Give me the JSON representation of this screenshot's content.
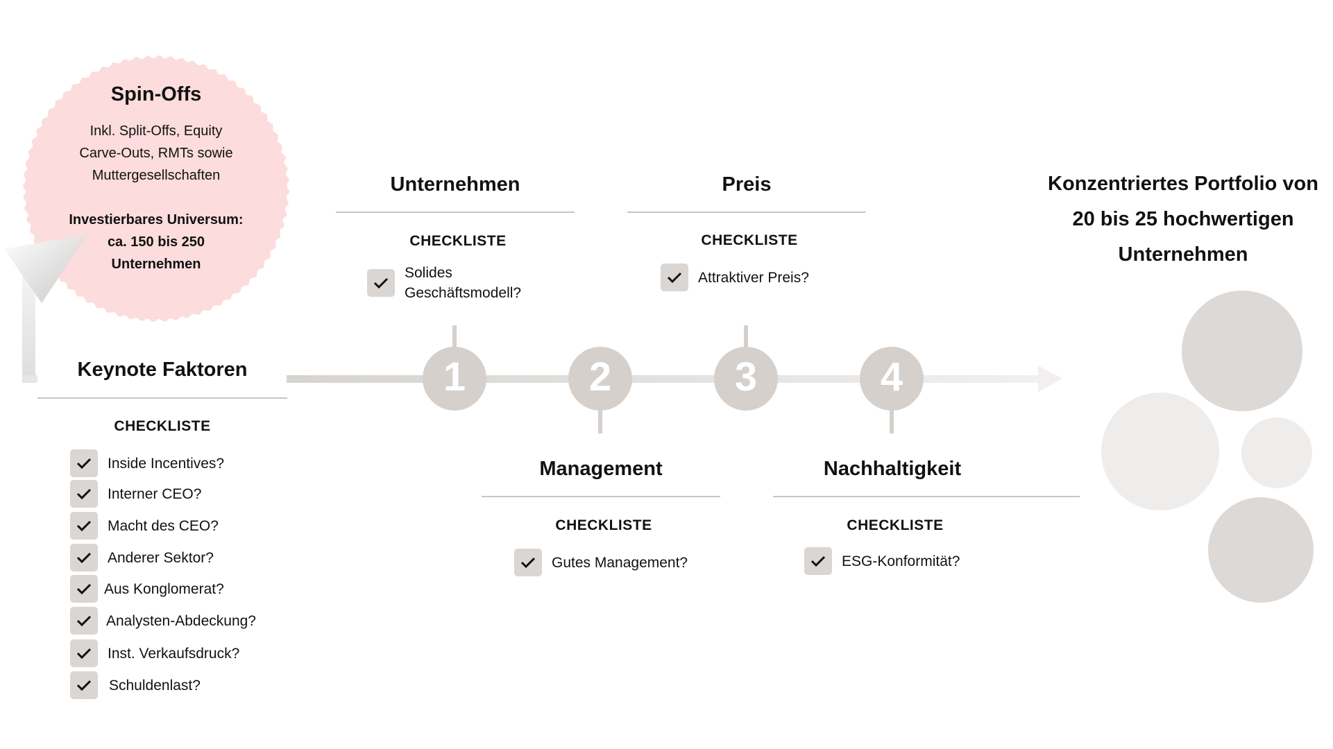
{
  "spinoffs": {
    "title": "Spin-Offs",
    "subtitle_lines": [
      "Inkl. Split-Offs, Equity",
      "Carve-Outs, RMTs sowie",
      "Muttergesellschaften"
    ],
    "universe_lines": [
      "Investierbares Universum:",
      "ca. 150 bis 250",
      "Unternehmen"
    ]
  },
  "keynote": {
    "title": "Keynote Faktoren",
    "checklist_label": "CHECKLISTE",
    "items": [
      "Inside Incentives?",
      "Interner CEO?",
      "Macht des CEO?",
      "Anderer Sektor?",
      "Aus Konglomerat?",
      "Analysten-Abdeckung?",
      "Inst. Verkaufsdruck?",
      "Schuldenlast?"
    ]
  },
  "steps": [
    {
      "number": "1",
      "title": "Unternehmen",
      "checklist_label": "CHECKLISTE",
      "items": [
        "Solides Geschäftsmodell?"
      ]
    },
    {
      "number": "2",
      "title": "Management",
      "checklist_label": "CHECKLISTE",
      "items": [
        "Gutes Management?"
      ]
    },
    {
      "number": "3",
      "title": "Preis",
      "checklist_label": "CHECKLISTE",
      "items": [
        "Attraktiver Preis?"
      ]
    },
    {
      "number": "4",
      "title": "Nachhaltigkeit",
      "checklist_label": "CHECKLISTE",
      "items": [
        "ESG-Konformität?"
      ]
    }
  ],
  "outcome": {
    "lines": [
      "Konzentriertes Portfolio von",
      "20 bis 25 hochwertigen",
      "Unternehmen"
    ]
  },
  "colors": {
    "spinoff_circle": "#fcdcdc",
    "step_circle": "#d5d0cc",
    "checkbox": "#d9d6d3",
    "divider": "#c8c5c2",
    "portfolio_dark": "#dcd9d6",
    "portfolio_light": "#eeedec"
  },
  "icons": [
    "check-icon",
    "arrow-right-icon",
    "funnel-icon"
  ]
}
